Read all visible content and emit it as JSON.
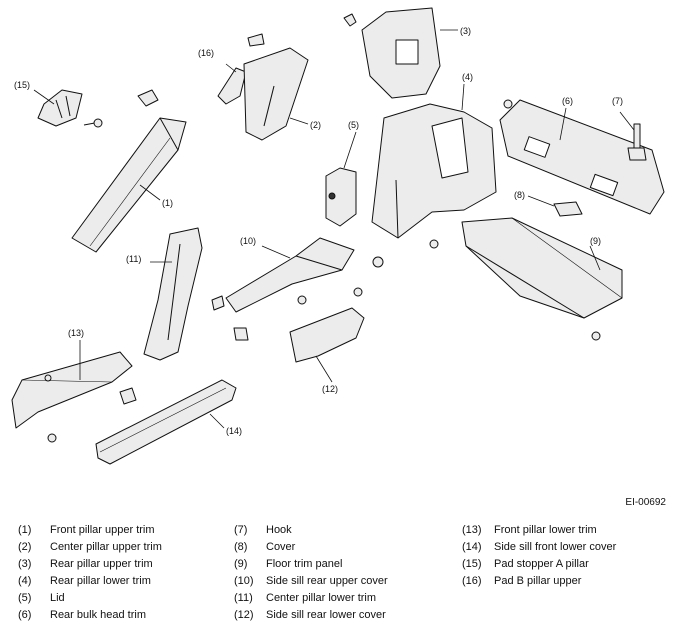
{
  "diagram": {
    "figure_id": "EI-00692",
    "callouts": [
      "(1)",
      "(2)",
      "(3)",
      "(4)",
      "(5)",
      "(6)",
      "(7)",
      "(8)",
      "(9)",
      "(10)",
      "(11)",
      "(12)",
      "(13)",
      "(14)",
      "(15)",
      "(16)"
    ]
  },
  "legend": [
    {
      "num": "(1)",
      "label": "Front pillar upper trim"
    },
    {
      "num": "(2)",
      "label": "Center pillar upper trim"
    },
    {
      "num": "(3)",
      "label": "Rear pillar upper trim"
    },
    {
      "num": "(4)",
      "label": "Rear pillar lower trim"
    },
    {
      "num": "(5)",
      "label": "Lid"
    },
    {
      "num": "(6)",
      "label": "Rear bulk head trim"
    },
    {
      "num": "(7)",
      "label": "Hook"
    },
    {
      "num": "(8)",
      "label": "Cover"
    },
    {
      "num": "(9)",
      "label": "Floor trim panel"
    },
    {
      "num": "(10)",
      "label": "Side sill rear upper cover"
    },
    {
      "num": "(11)",
      "label": "Center pillar lower trim"
    },
    {
      "num": "(12)",
      "label": "Side sill rear lower cover"
    },
    {
      "num": "(13)",
      "label": "Front pillar lower trim"
    },
    {
      "num": "(14)",
      "label": "Side sill front lower cover"
    },
    {
      "num": "(15)",
      "label": "Pad stopper A pillar"
    },
    {
      "num": "(16)",
      "label": "Pad B pillar upper"
    }
  ]
}
